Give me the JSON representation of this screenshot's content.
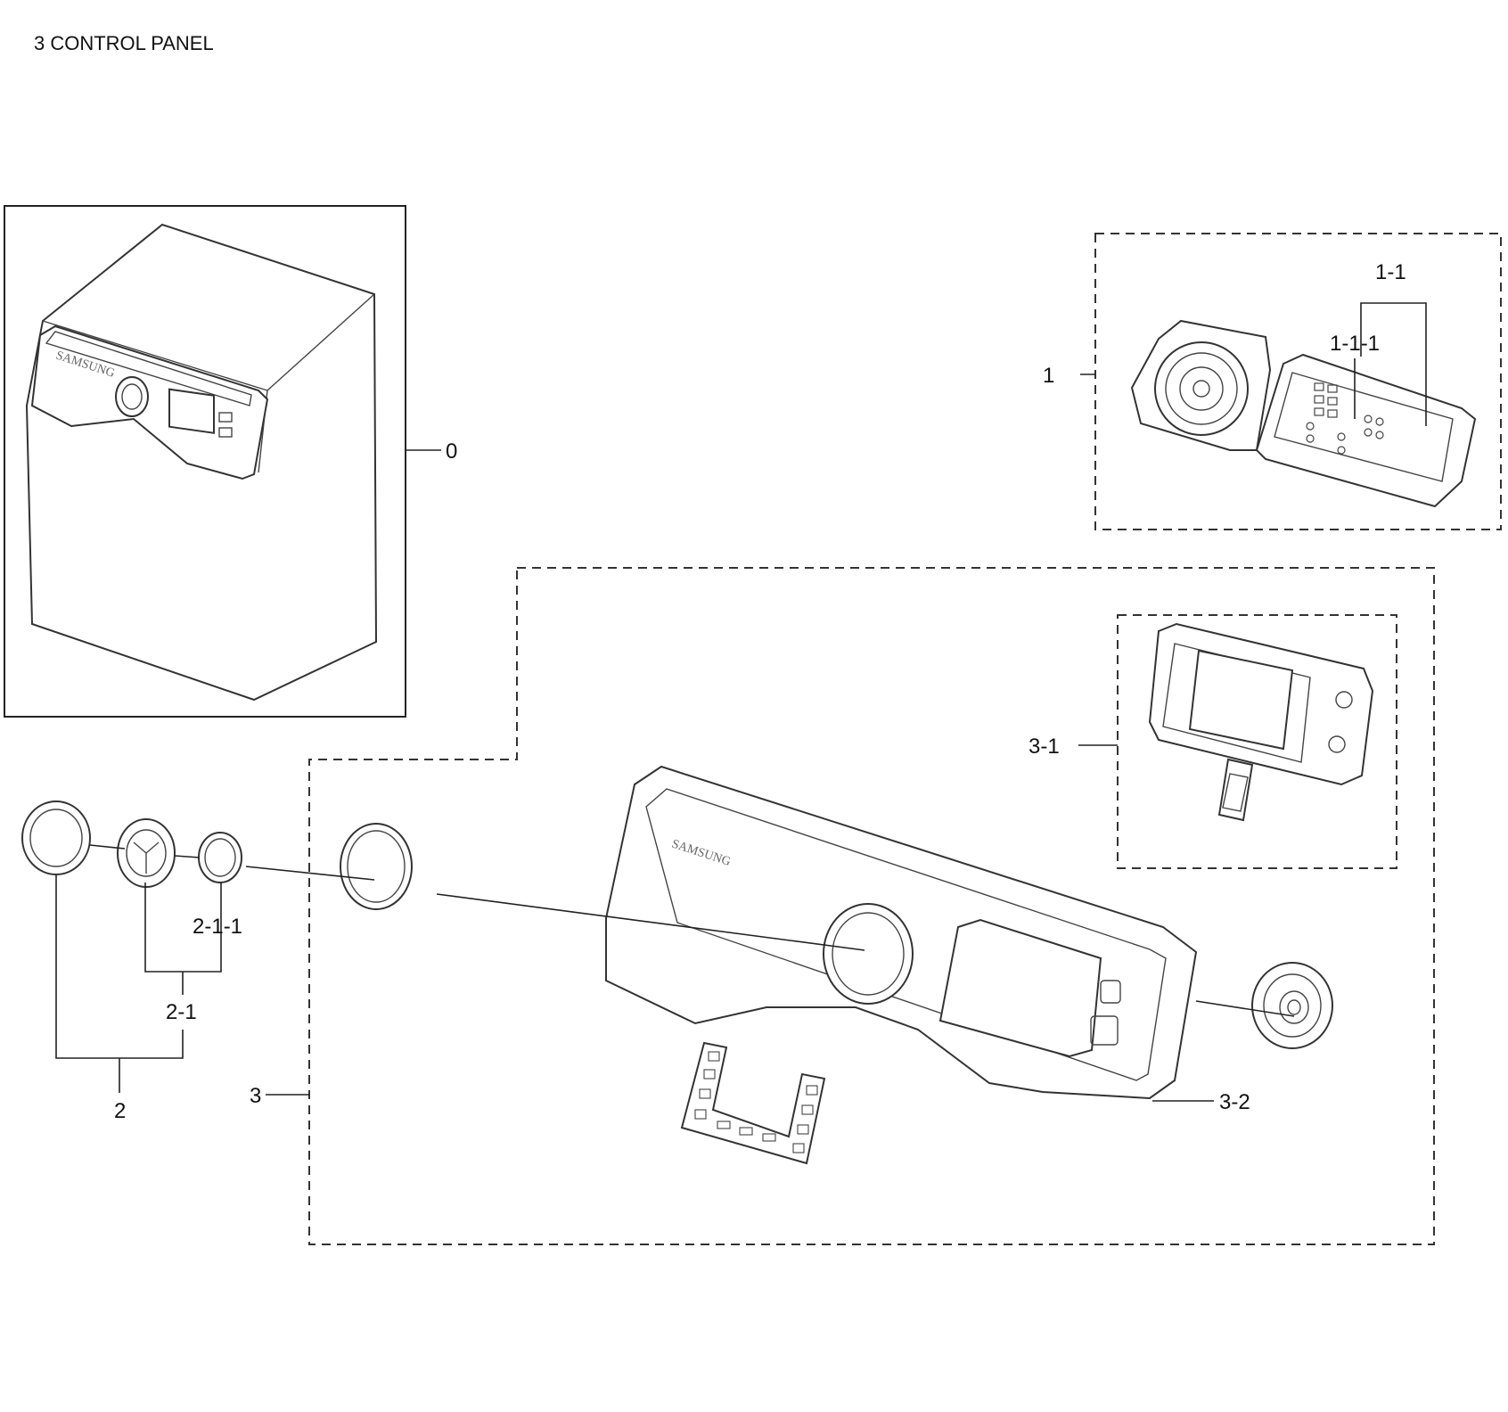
{
  "title": "3 CONTROL PANEL",
  "callouts": {
    "c0": "0",
    "c1": "1",
    "c1_1": "1-1",
    "c1_1_1": "1-1-1",
    "c2": "2",
    "c2_1": "2-1",
    "c2_1_1": "2-1-1",
    "c3": "3",
    "c3_1": "3-1",
    "c3_2": "3-2"
  },
  "brand": "SAMSUNG"
}
